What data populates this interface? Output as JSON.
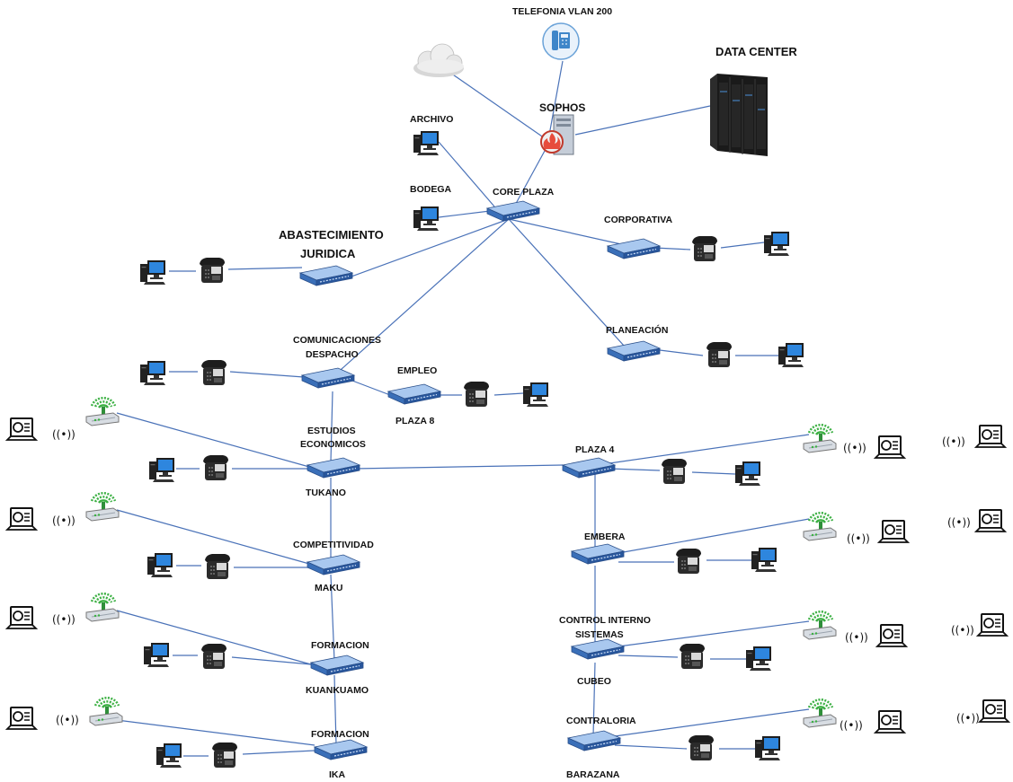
{
  "labels": {
    "telefonia": "TELEFONIA VLAN 200",
    "data_center": "DATA CENTER",
    "sophos": "SOPHOS",
    "archivo": "ARCHIVO",
    "bodega": "BODEGA",
    "core_plaza": "CORE PLAZA",
    "corporativa": "CORPORATIVA",
    "abastecimiento": "ABASTECIMIENTO",
    "juridica": "JURIDICA",
    "planeacion": "PLANEACIÓN",
    "comunicaciones": "COMUNICACIONES",
    "despacho": "DESPACHO",
    "empleo": "EMPLEO",
    "plaza8": "PLAZA 8",
    "estudios": "ESTUDIOS",
    "economicos": "ECONOMICOS",
    "tukano": "TUKANO",
    "plaza4": "PLAZA 4",
    "competitividad": "COMPETITIVIDAD",
    "maku": "MAKU",
    "embera": "EMBERA",
    "formacion1": "FORMACION",
    "kuankuamo": "KUANKUAMO",
    "control_interno": "CONTROL INTERNO",
    "sistemas": "SISTEMAS",
    "cubeo": "CUBEO",
    "formacion2": "FORMACION",
    "ika": "IKA",
    "contraloria": "CONTRALORIA",
    "barazana": "BARAZANA"
  },
  "wifi_glyph": "((•))",
  "colors": {
    "link": "#4a72b8",
    "switch_top": "#8fb6e8",
    "switch_front": "#2f5fa8",
    "wifi_green": "#3cb043",
    "monitor": "#1a1a1a",
    "screen": "#2e86de"
  }
}
